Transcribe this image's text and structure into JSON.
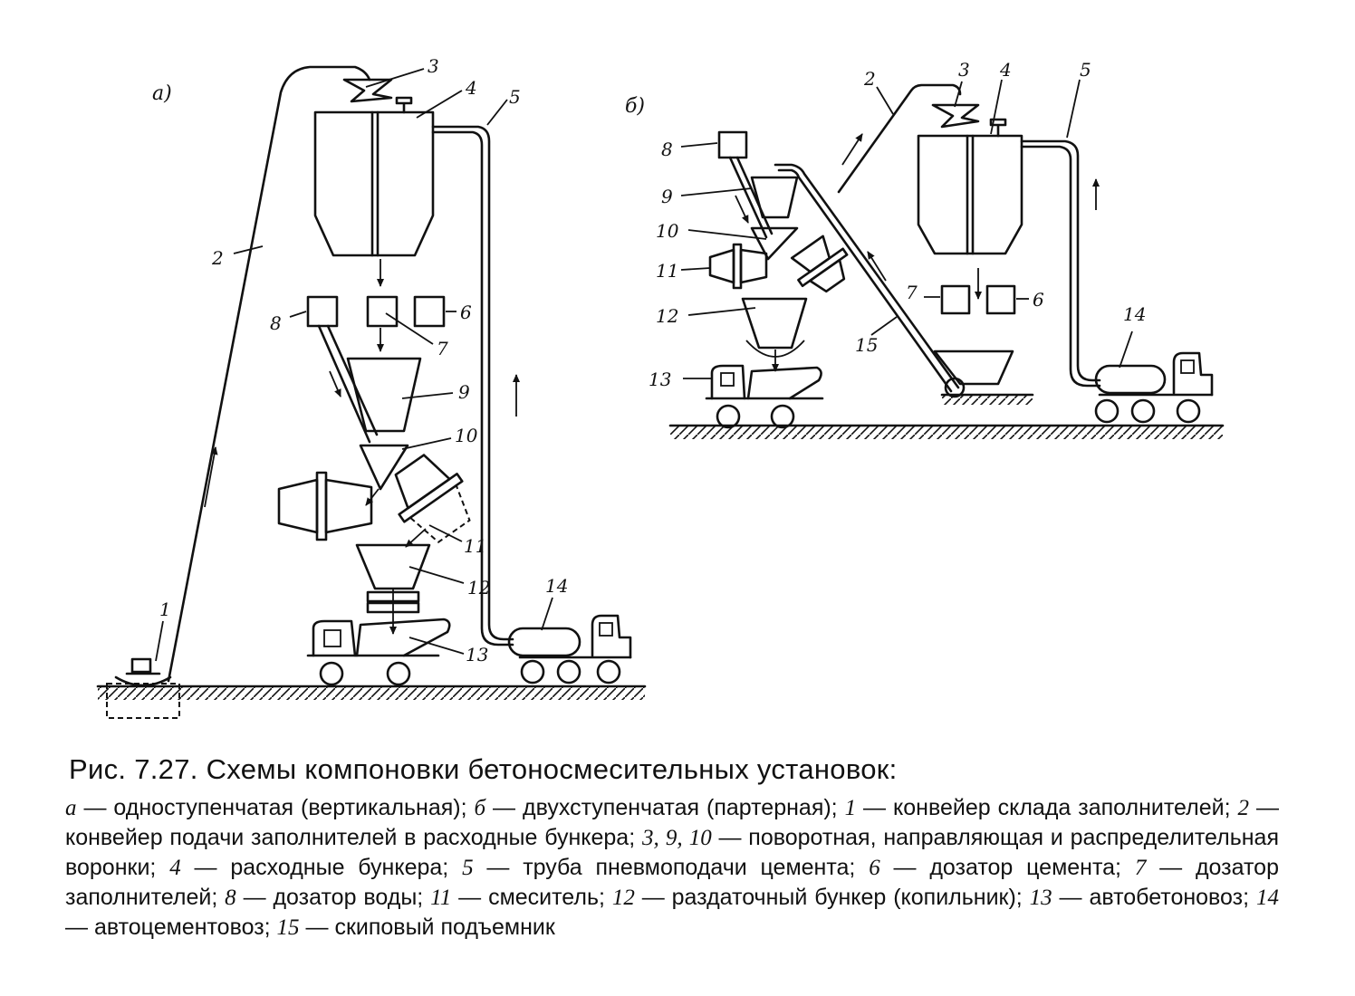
{
  "figure": {
    "panels": {
      "a": "а)",
      "b": "б)"
    },
    "labels_a": [
      "1",
      "2",
      "3",
      "4",
      "5",
      "6",
      "7",
      "8",
      "9",
      "10",
      "11",
      "12",
      "13",
      "14"
    ],
    "labels_b": [
      "2",
      "3",
      "4",
      "5",
      "6",
      "7",
      "8",
      "9",
      "10",
      "11",
      "12",
      "13",
      "14",
      "15"
    ],
    "caption": {
      "title": "Рис. 7.27. Схемы компоновки бетоносмесительных установок:",
      "items": [
        {
          "key": "а",
          "text": " — одноступенчатая (вертикальная); "
        },
        {
          "key": "б",
          "text": " — двухступенчатая (партерная); "
        },
        {
          "key": "1",
          "text": " — конвейер склада заполнителей; "
        },
        {
          "key": "2",
          "text": " — конвейер подачи заполнителей в расходные бункера; "
        },
        {
          "key": "3, 9, 10",
          "text": " — поворотная, направляющая и распределительная воронки; "
        },
        {
          "key": "4",
          "text": " — расходные бункера; "
        },
        {
          "key": "5",
          "text": " — труба пневмоподачи цемента; "
        },
        {
          "key": "6",
          "text": " — дозатор цемента; "
        },
        {
          "key": "7",
          "text": " — дозатор заполнителей; "
        },
        {
          "key": "8",
          "text": " — дозатор воды; "
        },
        {
          "key": "11",
          "text": " — смеситель; "
        },
        {
          "key": "12",
          "text": " — раздаточный бункер (копильник); "
        },
        {
          "key": "13",
          "text": " — автобетоновоз; "
        },
        {
          "key": "14",
          "text": " — автоцементовоз; "
        },
        {
          "key": "15",
          "text": " — скиповый подъемник"
        }
      ]
    }
  }
}
